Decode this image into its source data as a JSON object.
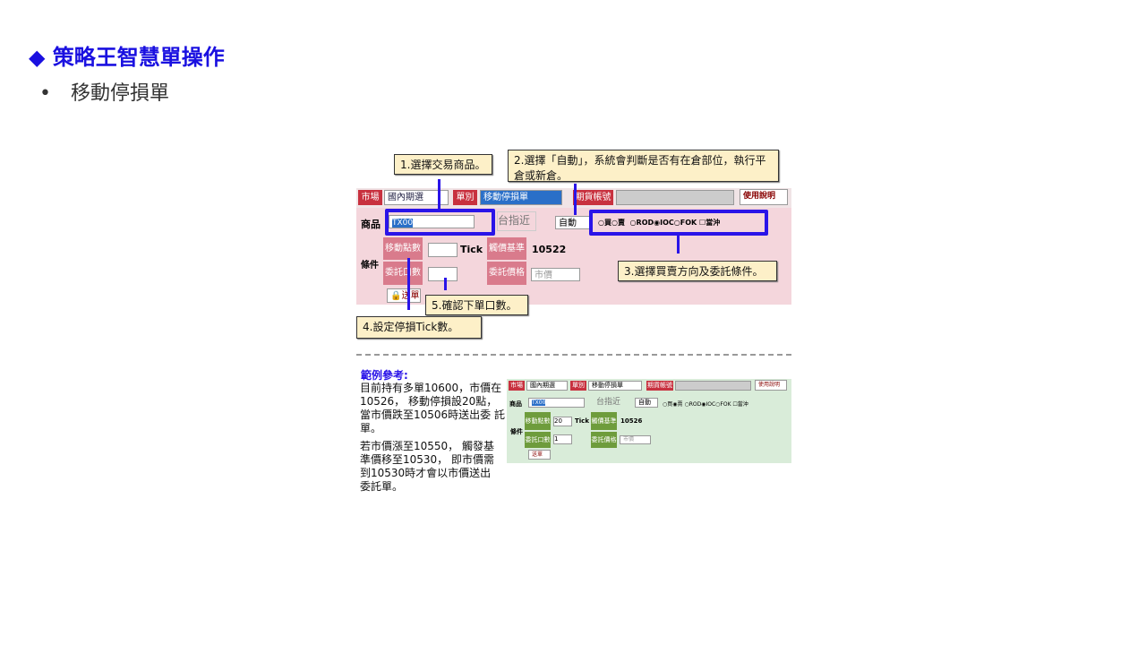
{
  "slide": {
    "title": "◆ 策略王智慧單操作",
    "bullet": "移動停損單"
  },
  "panel": {
    "market_label": "市場",
    "market_value": "國內期選",
    "type_label": "單別",
    "type_value": "移動停損單",
    "account_label": "期貨帳號",
    "help_button": "使用說明",
    "product_label": "商品",
    "product_value": "TX00",
    "product_name": "台指近",
    "auto_value": "自動",
    "buy": "買",
    "sell": "賣",
    "rod": "ROD",
    "ioc": "IOC",
    "fok": "FOK",
    "daytrade": "當沖",
    "condition_label": "條件",
    "move_points_label": "移動點數",
    "tick_label": "Tick",
    "trigger_label": "觸價基準",
    "trigger_value": "10522",
    "qty_label": "委託口數",
    "price_label": "委託價格",
    "price_value": "市價",
    "send_button": "送單"
  },
  "callouts": {
    "c1": "1.選擇交易商品。",
    "c2": "2.選擇「自動」，系統會判斷是否有在倉部位，執行平倉或新倉。",
    "c3": "3.選擇買賣方向及委託條件。",
    "c4": "4.設定停損Tick數。",
    "c5": "5.確認下單口數。"
  },
  "example": {
    "heading": "範例參考:",
    "p1": "目前持有多單10600，市價在10526， 移動停損設20點，當市價跌至10506時送出委 託單。",
    "p2": "若市價漲至10550， 觸發基準價移至10530， 即市價需到10530時才會以市價送出 委託單。",
    "panel": {
      "move_points": "20",
      "trigger_value": "10526",
      "qty": "1"
    }
  }
}
